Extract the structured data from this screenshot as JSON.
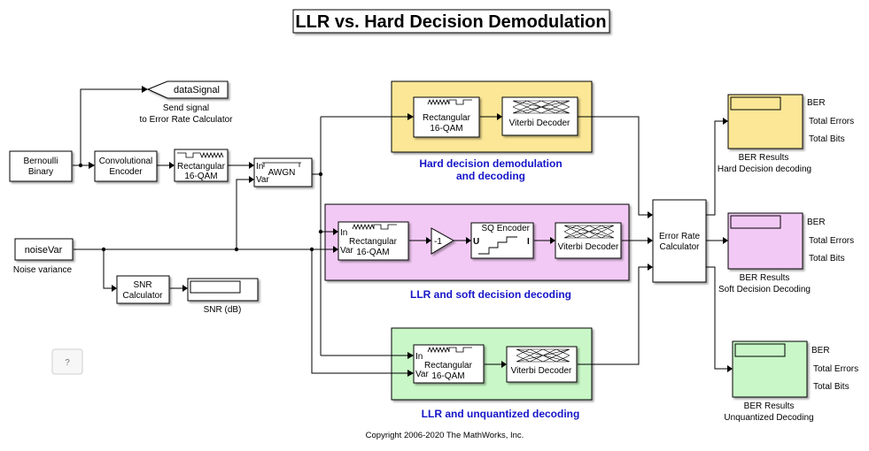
{
  "title": "LLR vs. Hard Decision Demodulation",
  "colors": {
    "hard_area": "#fbe796",
    "soft_area": "#f2c9f4",
    "unq_area": "#c9f7c7",
    "area_label": "#1515c8"
  },
  "blocks": {
    "bernoulli": [
      "Bernoulli",
      "Binary"
    ],
    "conv_encoder": [
      "Convolutional",
      "Encoder"
    ],
    "mod": [
      "Rectangular",
      "16-QAM"
    ],
    "awgn": {
      "label": "AWGN",
      "in": "In",
      "var": "Var"
    },
    "goto": "dataSignal",
    "goto_caption": [
      "Send signal",
      "to Error Rate Calculator"
    ],
    "noise_var": "noiseVar",
    "noise_var_caption": "Noise variance",
    "snr_calc": [
      "SNR",
      "Calculator"
    ],
    "snr_display_caption": "SNR (dB)",
    "help": "?"
  },
  "areas": {
    "hard": {
      "label": [
        "Hard decision demodulation",
        "and decoding"
      ],
      "demod": [
        "Rectangular",
        "16-QAM"
      ],
      "decoder": "Viterbi Decoder"
    },
    "soft": {
      "label": "LLR and soft decision decoding",
      "demod": {
        "l1": "Rectangular",
        "l2": "16-QAM",
        "in": "In",
        "var": "Var"
      },
      "gain": "-1",
      "sq": {
        "title": "SQ Encoder",
        "u": "U",
        "i": "I"
      },
      "decoder": "Viterbi Decoder"
    },
    "unq": {
      "label": "LLR and unquantized decoding",
      "demod": {
        "l1": "Rectangular",
        "l2": "16-QAM",
        "in": "In",
        "var": "Var"
      },
      "decoder": "Viterbi Decoder"
    }
  },
  "error_rate": [
    "Error Rate",
    "Calculator"
  ],
  "displays": [
    {
      "caption": [
        "BER Results",
        "Hard Decision decoding"
      ],
      "rows": [
        "BER",
        "Total Errors",
        "Total Bits"
      ]
    },
    {
      "caption": [
        "BER Results",
        "Soft Decision Decoding"
      ],
      "rows": [
        "BER",
        "Total Errors",
        "Total Bits"
      ]
    },
    {
      "caption": [
        "BER Results",
        "Unquantized Decoding"
      ],
      "rows": [
        "BER",
        "Total Errors",
        "Total Bits"
      ]
    }
  ],
  "copyright": "Copyright 2006-2020 The MathWorks, Inc."
}
